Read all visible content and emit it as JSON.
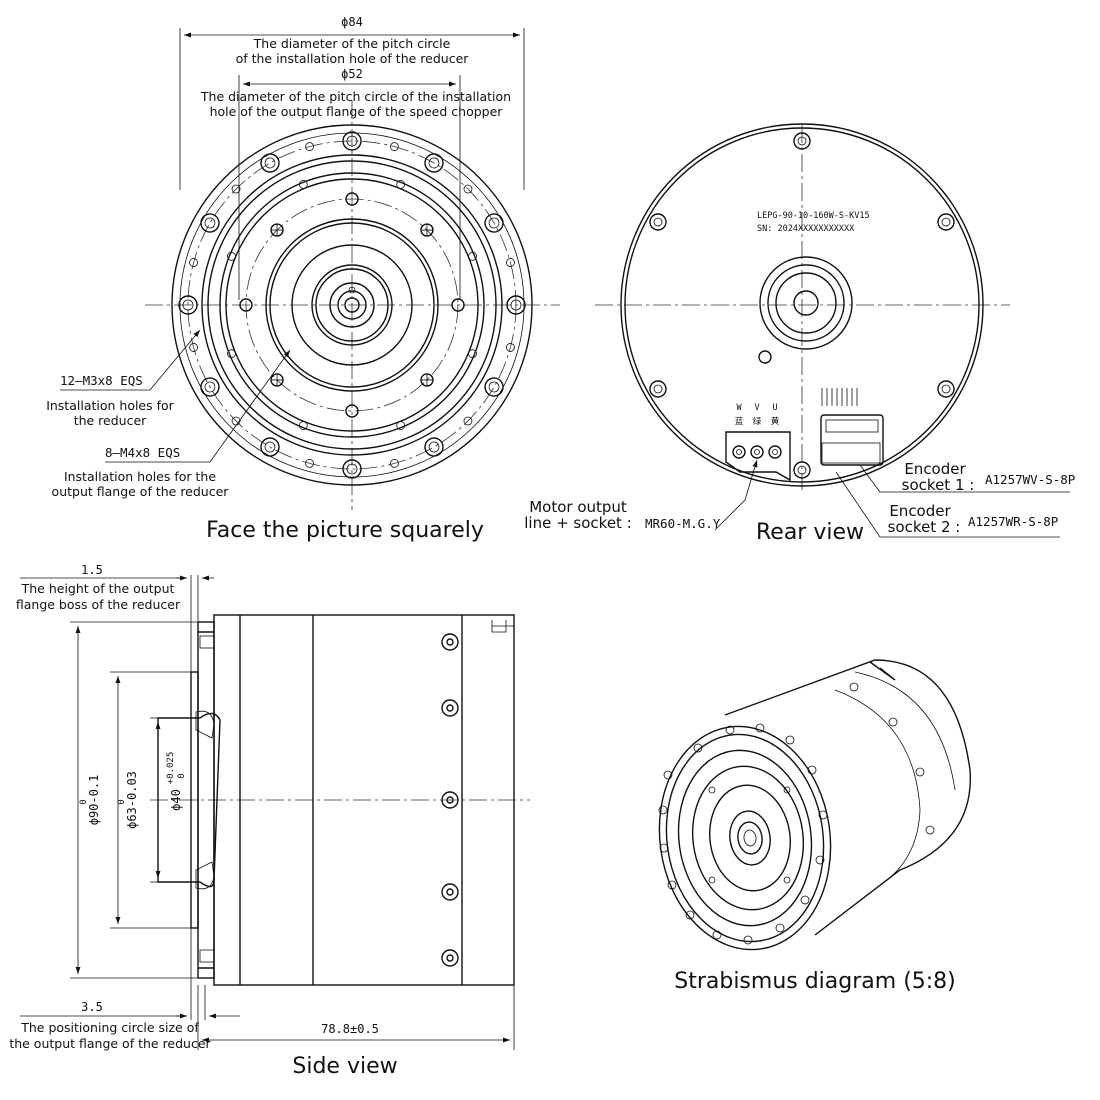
{
  "front": {
    "dim_84": "ϕ84",
    "note_84_l1": "The diameter of the pitch circle",
    "note_84_l2": "of the installation hole of the reducer",
    "dim_52": "ϕ52",
    "note_52_l1": "The diameter of the pitch circle of the installation",
    "note_52_l2": "hole of the output flange of the speed chopper",
    "m3_callout": "12—M3x8 EQS",
    "m3_note_l1": "Installation holes for",
    "m3_note_l2": "the reducer",
    "m4_callout": "8—M4x8 EQS",
    "m4_note_l1": "Installation holes for the",
    "m4_note_l2": "output flange of the reducer",
    "caption": "Face the picture squarely"
  },
  "rear": {
    "model_line": "LEPG-90-10-160W-S-KV15",
    "sn_line": "SN: 2024XXXXXXXXXXX",
    "phase_labels": [
      "W",
      "V",
      "U"
    ],
    "phase_colors": [
      "蓝",
      "绿",
      "黄"
    ],
    "motor_label_l1": "Motor output",
    "motor_label_l2": "line + socket :",
    "motor_value": "MR60-M.G.Y",
    "enc1_label_l1": "Encoder",
    "enc1_label_l2": "socket 1 :",
    "enc1_value": "A1257WV-S-8P",
    "enc2_label_l1": "Encoder",
    "enc2_label_l2": "socket 2 :",
    "enc2_value": "A1257WR-S-8P",
    "caption": "Rear view"
  },
  "side": {
    "dim_1_5": "1.5",
    "note_1_5_l1": "The height of the output",
    "note_1_5_l2": "flange boss of the reducer",
    "dim_90": "ϕ90-0.1",
    "dim_90_sup": "0",
    "dim_63": "ϕ63-0.03",
    "dim_63_sup": "0",
    "dim_40": "ϕ40",
    "dim_40_sup": "+0.025",
    "dim_40_sub": "0",
    "dim_3_5": "3.5",
    "note_3_5_l1": "The positioning circle size of",
    "note_3_5_l2": "the output flange of the reducer",
    "dim_78_8": "78.8±0.5",
    "caption": "Side view"
  },
  "iso": {
    "caption": "Strabismus diagram (5:8)"
  }
}
